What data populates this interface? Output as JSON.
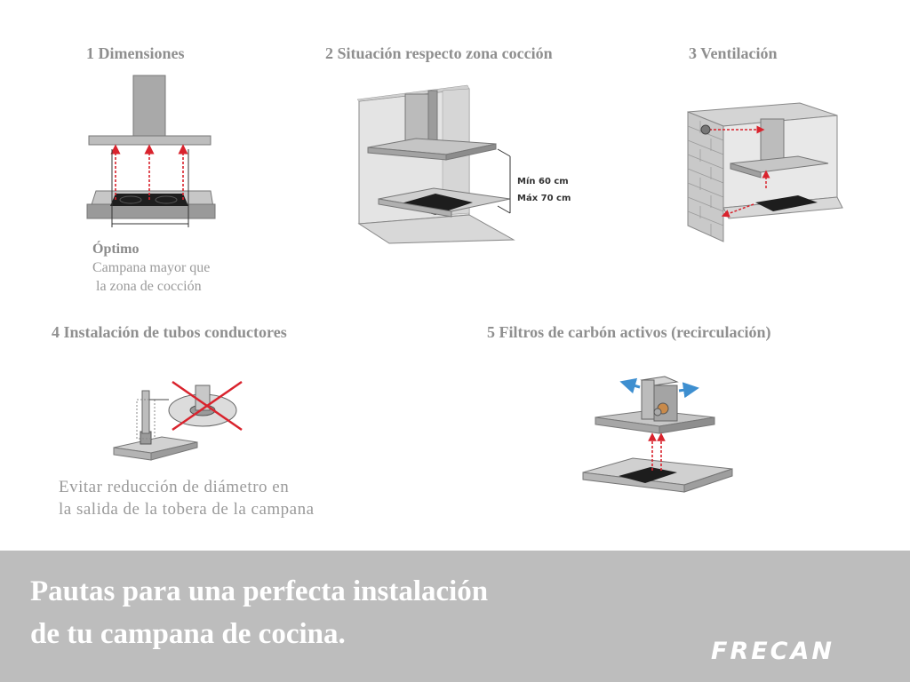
{
  "sections": {
    "dimensiones": {
      "title": "1 Dimensiones",
      "note_title": "Óptimo",
      "note_line1": "Campana mayor que",
      "note_line2": "la zona de cocción"
    },
    "situacion": {
      "title": "2 Situación respecto  zona cocción",
      "min_label": "Mín 60 cm",
      "max_label": "Máx 70 cm"
    },
    "ventilacion": {
      "title": "3 Ventilación"
    },
    "tubos": {
      "title": "4 Instalación de tubos conductores",
      "note_line1": "Evitar reducción de diámetro en",
      "note_line2": "la salida de la tobera de la campana"
    },
    "filtros": {
      "title": "5 Filtros de carbón activos (recirculación)"
    }
  },
  "footer": {
    "line1": "Pautas para una perfecta instalación",
    "line2": "de tu campana de cocina.",
    "logo": "FRECAN"
  },
  "colors": {
    "arrow_red": "#d9232d",
    "arrow_blue": "#3e8fd0",
    "footer_bg": "#bdbdbd"
  },
  "icons": [
    "hood-dimensions-diagram",
    "hood-height-diagram",
    "ventilation-diagram",
    "duct-installation-diagram",
    "carbon-filter-diagram"
  ]
}
